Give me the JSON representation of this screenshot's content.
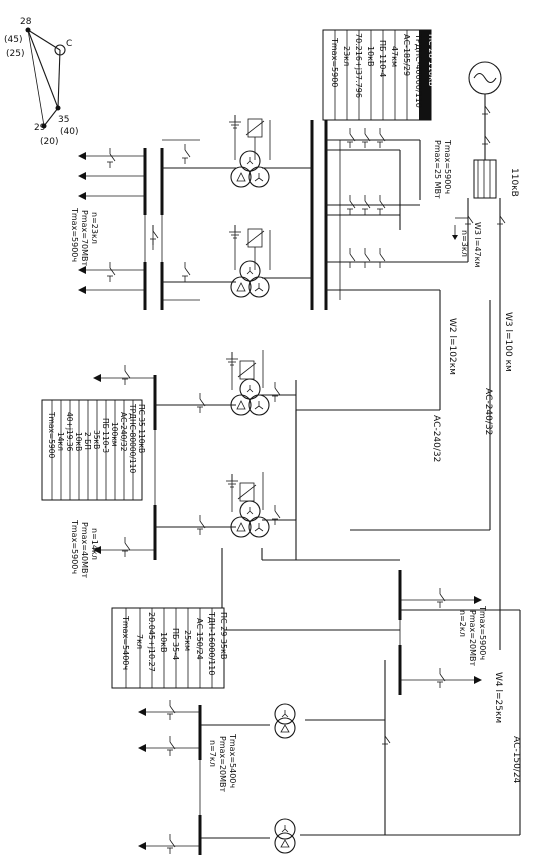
{
  "map": {
    "nodes": [
      "28",
      "(45)",
      "(25)",
      "C",
      "35",
      "(40)",
      "29",
      "(20)"
    ]
  },
  "labels": {
    "lbl_110": "110кВ",
    "w3_short": "W3 l=47км",
    "w3_long": "W3 l=100 км",
    "ac240_a": "АС-240/32",
    "ac240_b": "АС-240/32",
    "w2": "W2 l=102км",
    "w4": "W4 l=25км",
    "ac150": "АС-150/24",
    "sys_tmax": "Tmax=5900ч",
    "sys_pmax": "Pmax=25 МВт",
    "sys_n": "n=3кл",
    "ps28_n": "n=23кл",
    "ps28_p": "Pmax=70МВт",
    "ps28_t": "Tmax=5900ч",
    "ps35_n": "n=14кл",
    "ps35_p": "Pmax=40МВт",
    "ps35_t": "Tmax=5900ч",
    "right_n": "n=2кл",
    "right_p": "Pmax=20МВт",
    "right_t": "Tmax=5900ч",
    "ps29_n": "n=7кл",
    "ps29_p": "Pmax=20МВт",
    "ps29_t": "Tmax=5400ч"
  },
  "tables": {
    "ps28": [
      "ПС 28 110кВ",
      "ТРДНС-40000/110",
      "АС-185/29",
      "47км",
      "ПБ 110-4",
      "10кВ",
      "70.216+j37.796",
      "23кл",
      "Tmax=5900"
    ],
    "ps35": [
      "ПС 35 110кВ",
      "ТРДНС-80000/110",
      "АС-240/32",
      "100км",
      "ПБ 110-3",
      "35кВ",
      "2 БП",
      "10кВ",
      "40+j19.36",
      "14кл",
      "Tmax=5900"
    ],
    "ps29": [
      "ПС 29 35кВ",
      "ТДН-16000/110",
      "АС 150/24",
      "25км",
      "ПБ 35-4",
      "10кВ",
      "20.045+j10.27",
      "7кл",
      "Tmax=5400ч"
    ]
  }
}
